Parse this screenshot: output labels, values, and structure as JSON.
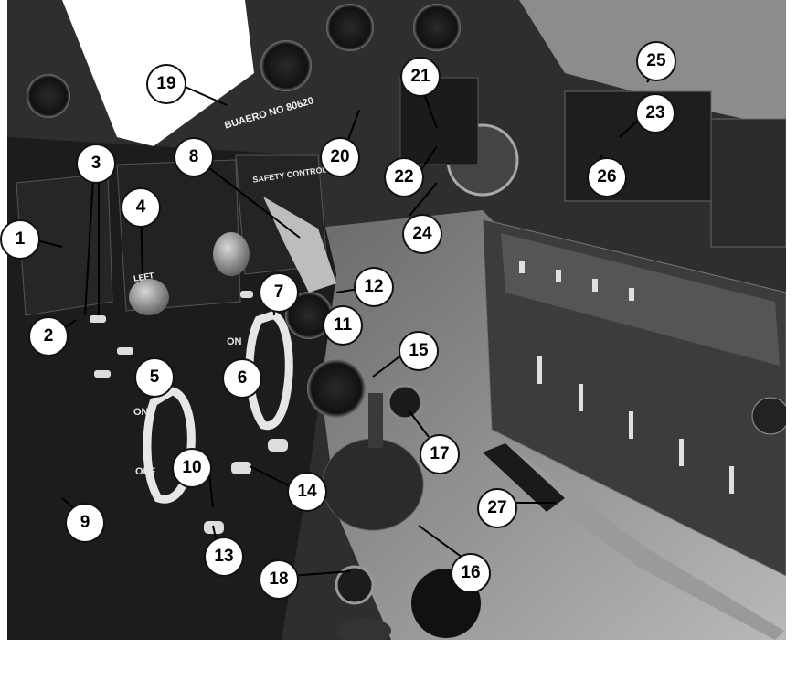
{
  "photo": {
    "subject": "aircraft-cockpit-left-console",
    "tone": "monochrome",
    "bg_white": "#ffffff"
  },
  "callouts": [
    {
      "id": "c1",
      "label": "1"
    },
    {
      "id": "c2",
      "label": "2"
    },
    {
      "id": "c3",
      "label": "3"
    },
    {
      "id": "c4",
      "label": "4"
    },
    {
      "id": "c5",
      "label": "5"
    },
    {
      "id": "c6",
      "label": "6"
    },
    {
      "id": "c7",
      "label": "7"
    },
    {
      "id": "c8",
      "label": "8"
    },
    {
      "id": "c9",
      "label": "9"
    },
    {
      "id": "c10",
      "label": "10"
    },
    {
      "id": "c11",
      "label": "11"
    },
    {
      "id": "c12",
      "label": "12"
    },
    {
      "id": "c13",
      "label": "13"
    },
    {
      "id": "c14",
      "label": "14"
    },
    {
      "id": "c15",
      "label": "15"
    },
    {
      "id": "c16",
      "label": "16"
    },
    {
      "id": "c17",
      "label": "17"
    },
    {
      "id": "c18",
      "label": "18"
    },
    {
      "id": "c19",
      "label": "19"
    },
    {
      "id": "c20",
      "label": "20"
    },
    {
      "id": "c21",
      "label": "21"
    },
    {
      "id": "c22",
      "label": "22"
    },
    {
      "id": "c23",
      "label": "23"
    },
    {
      "id": "c24",
      "label": "24"
    },
    {
      "id": "c25",
      "label": "25"
    },
    {
      "id": "c26",
      "label": "26"
    },
    {
      "id": "c27",
      "label": "27"
    }
  ],
  "plates": {
    "buaero": "BUAERO NO 80620",
    "left_lbl": "LEFT",
    "on_a": "ON",
    "on_b": "ON",
    "off_a": "OFF",
    "safety": "SAFETY CONTROL"
  }
}
